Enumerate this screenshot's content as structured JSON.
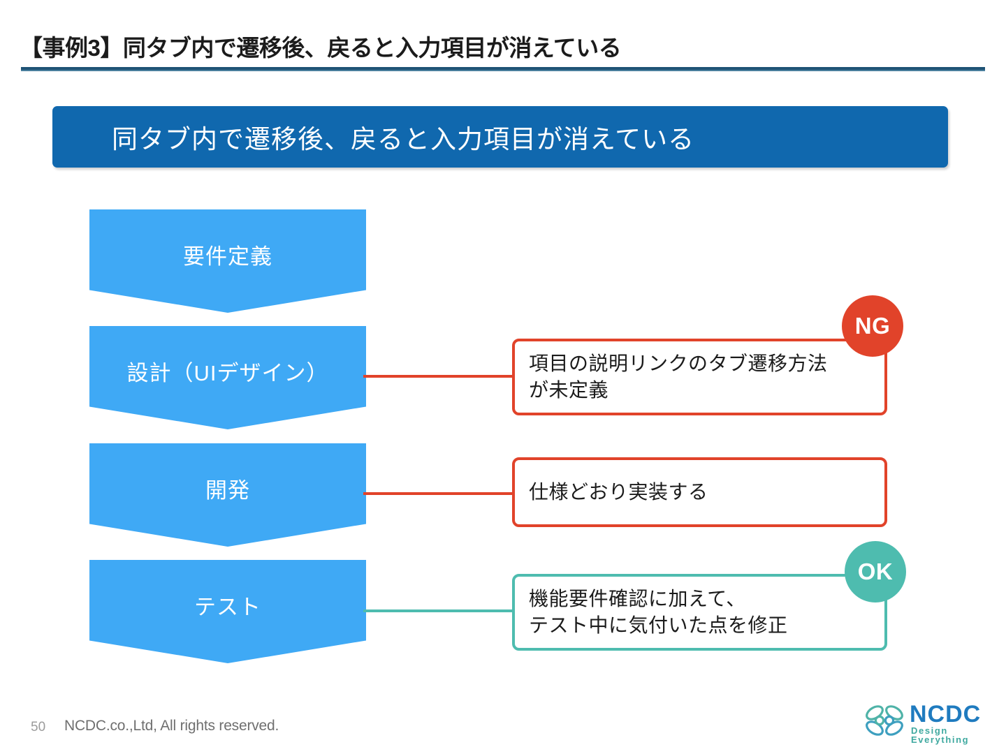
{
  "slide": {
    "title": "【事例3】同タブ内で遷移後、戻ると入力項目が消えている",
    "banner_text": "同タブ内で遷移後、戻ると入力項目が消えている"
  },
  "colors": {
    "title_rule": "#1f5375",
    "banner_bg": "#1068AE",
    "chevron_blue": "#3FA9F5",
    "ng_red": "#E1432A",
    "ok_teal": "#4EBCAF",
    "logo_blue": "#1F7BBF",
    "logo_teal": "#3FA9A0"
  },
  "phases": [
    {
      "label": "要件定義"
    },
    {
      "label": "設計（UIデザイン）"
    },
    {
      "label": "開発"
    },
    {
      "label": "テスト"
    }
  ],
  "callouts": [
    {
      "id": "ng",
      "text": "項目の説明リンクのタブ遷移方法\nが未定義",
      "badge": "NG",
      "accent": "#E1432A"
    },
    {
      "id": "dev",
      "text": "仕様どおり実装する",
      "badge": "",
      "accent": "#E1432A"
    },
    {
      "id": "ok",
      "text": "機能要件確認に加えて、\nテスト中に気付いた点を修正",
      "badge": "OK",
      "accent": "#4EBCAF"
    }
  ],
  "footer": {
    "page_number": "50",
    "copyright": "NCDC.co.,Ltd, All rights reserved.",
    "logo_word": "NCDC",
    "logo_tagline": "Design Everything"
  }
}
